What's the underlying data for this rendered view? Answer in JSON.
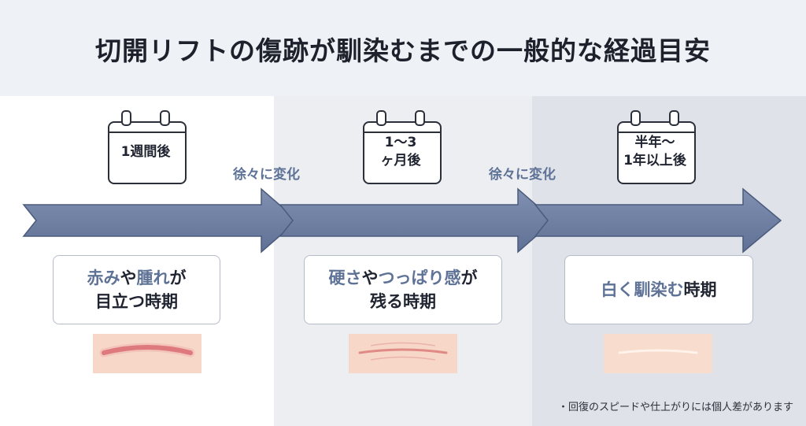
{
  "title": "切開リフトの傷跡が馴染むまでの一般的な経過目安",
  "stages": [
    {
      "calendar": "1週間後",
      "line1": [
        {
          "t": "赤み",
          "hl": true
        },
        {
          "t": "や",
          "hl": false
        },
        {
          "t": "腫れ",
          "hl": true
        },
        {
          "t": "が",
          "hl": false
        }
      ],
      "line2": "目立つ時期"
    },
    {
      "calendar": "1〜3\nヶ月後",
      "line1": [
        {
          "t": "硬さ",
          "hl": true
        },
        {
          "t": "や",
          "hl": false
        },
        {
          "t": "つっぱり感",
          "hl": true
        },
        {
          "t": "が",
          "hl": false
        }
      ],
      "line2": "残る時期"
    },
    {
      "calendar": "半年〜\n1年以上後",
      "line1": [
        {
          "t": "白く馴染む",
          "hl": true
        },
        {
          "t": "時期",
          "hl": false
        }
      ],
      "line2": ""
    }
  ],
  "transition_label": "徐々に変化",
  "note": "・回復のスピードや仕上がりには個人差があります",
  "colors": {
    "arrow": "#6f80a3",
    "highlight": "#5e7296",
    "scar": "#d9666c",
    "skin": "#f7d7c8"
  }
}
